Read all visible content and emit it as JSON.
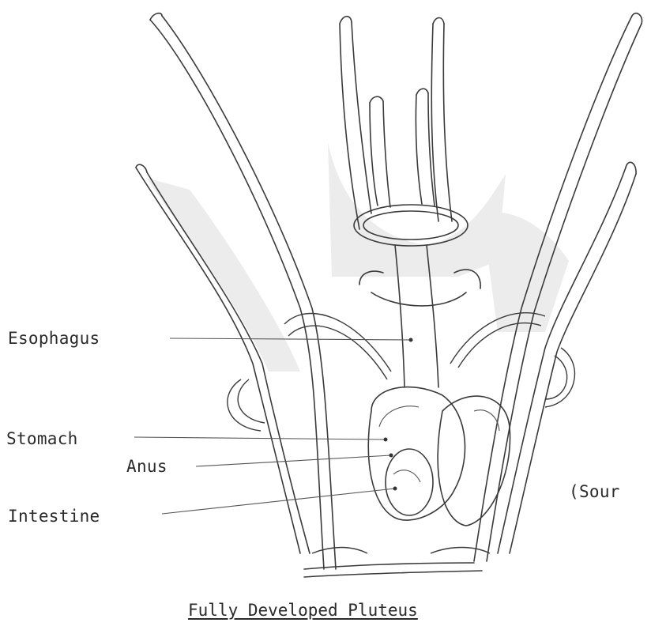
{
  "labels": {
    "esophagus": "Esophagus",
    "stomach": "Stomach",
    "anus": "Anus",
    "intestine": "Intestine"
  },
  "source_fragment": "(Sour",
  "caption": "Fully Developed Pluteus"
}
